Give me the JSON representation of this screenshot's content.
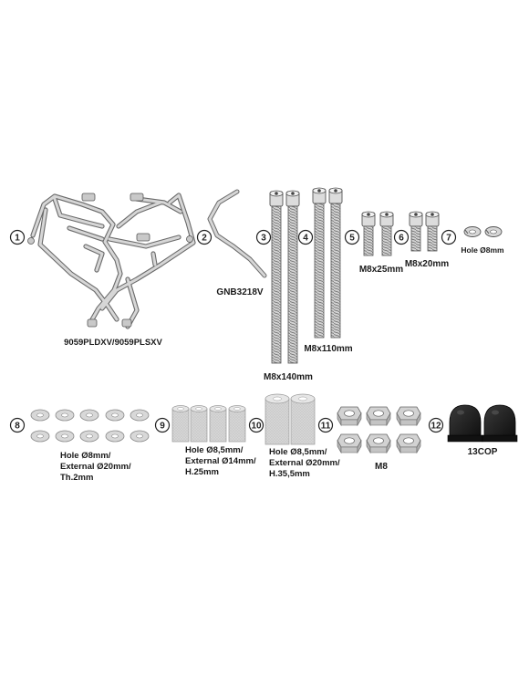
{
  "parts": [
    {
      "number": "1",
      "label": "9059PLDXV/9059PLSXV"
    },
    {
      "number": "2",
      "label": "GNB3218V"
    },
    {
      "number": "3",
      "label": "M8x140mm"
    },
    {
      "number": "4",
      "label": "M8x110mm"
    },
    {
      "number": "5",
      "label": "M8x25mm"
    },
    {
      "number": "6",
      "label": "M8x20mm"
    },
    {
      "number": "7",
      "label": "Hole Ø8mm"
    },
    {
      "number": "8",
      "label_lines": [
        "Hole Ø8mm/",
        "External Ø20mm/",
        "Th.2mm"
      ]
    },
    {
      "number": "9",
      "label_lines": [
        "Hole Ø8,5mm/",
        "External Ø14mm/",
        "H.25mm"
      ]
    },
    {
      "number": "10",
      "label_lines": [
        "Hole Ø8,5mm/",
        "External Ø20mm/",
        "H.35,5mm"
      ]
    },
    {
      "number": "11",
      "label": "M8"
    },
    {
      "number": "12",
      "label": "13COP"
    }
  ],
  "colors": {
    "metal": "#c9c9c9",
    "metal_dark": "#8a8a8a",
    "outline": "#555555",
    "cap": "#1b1b1b"
  }
}
